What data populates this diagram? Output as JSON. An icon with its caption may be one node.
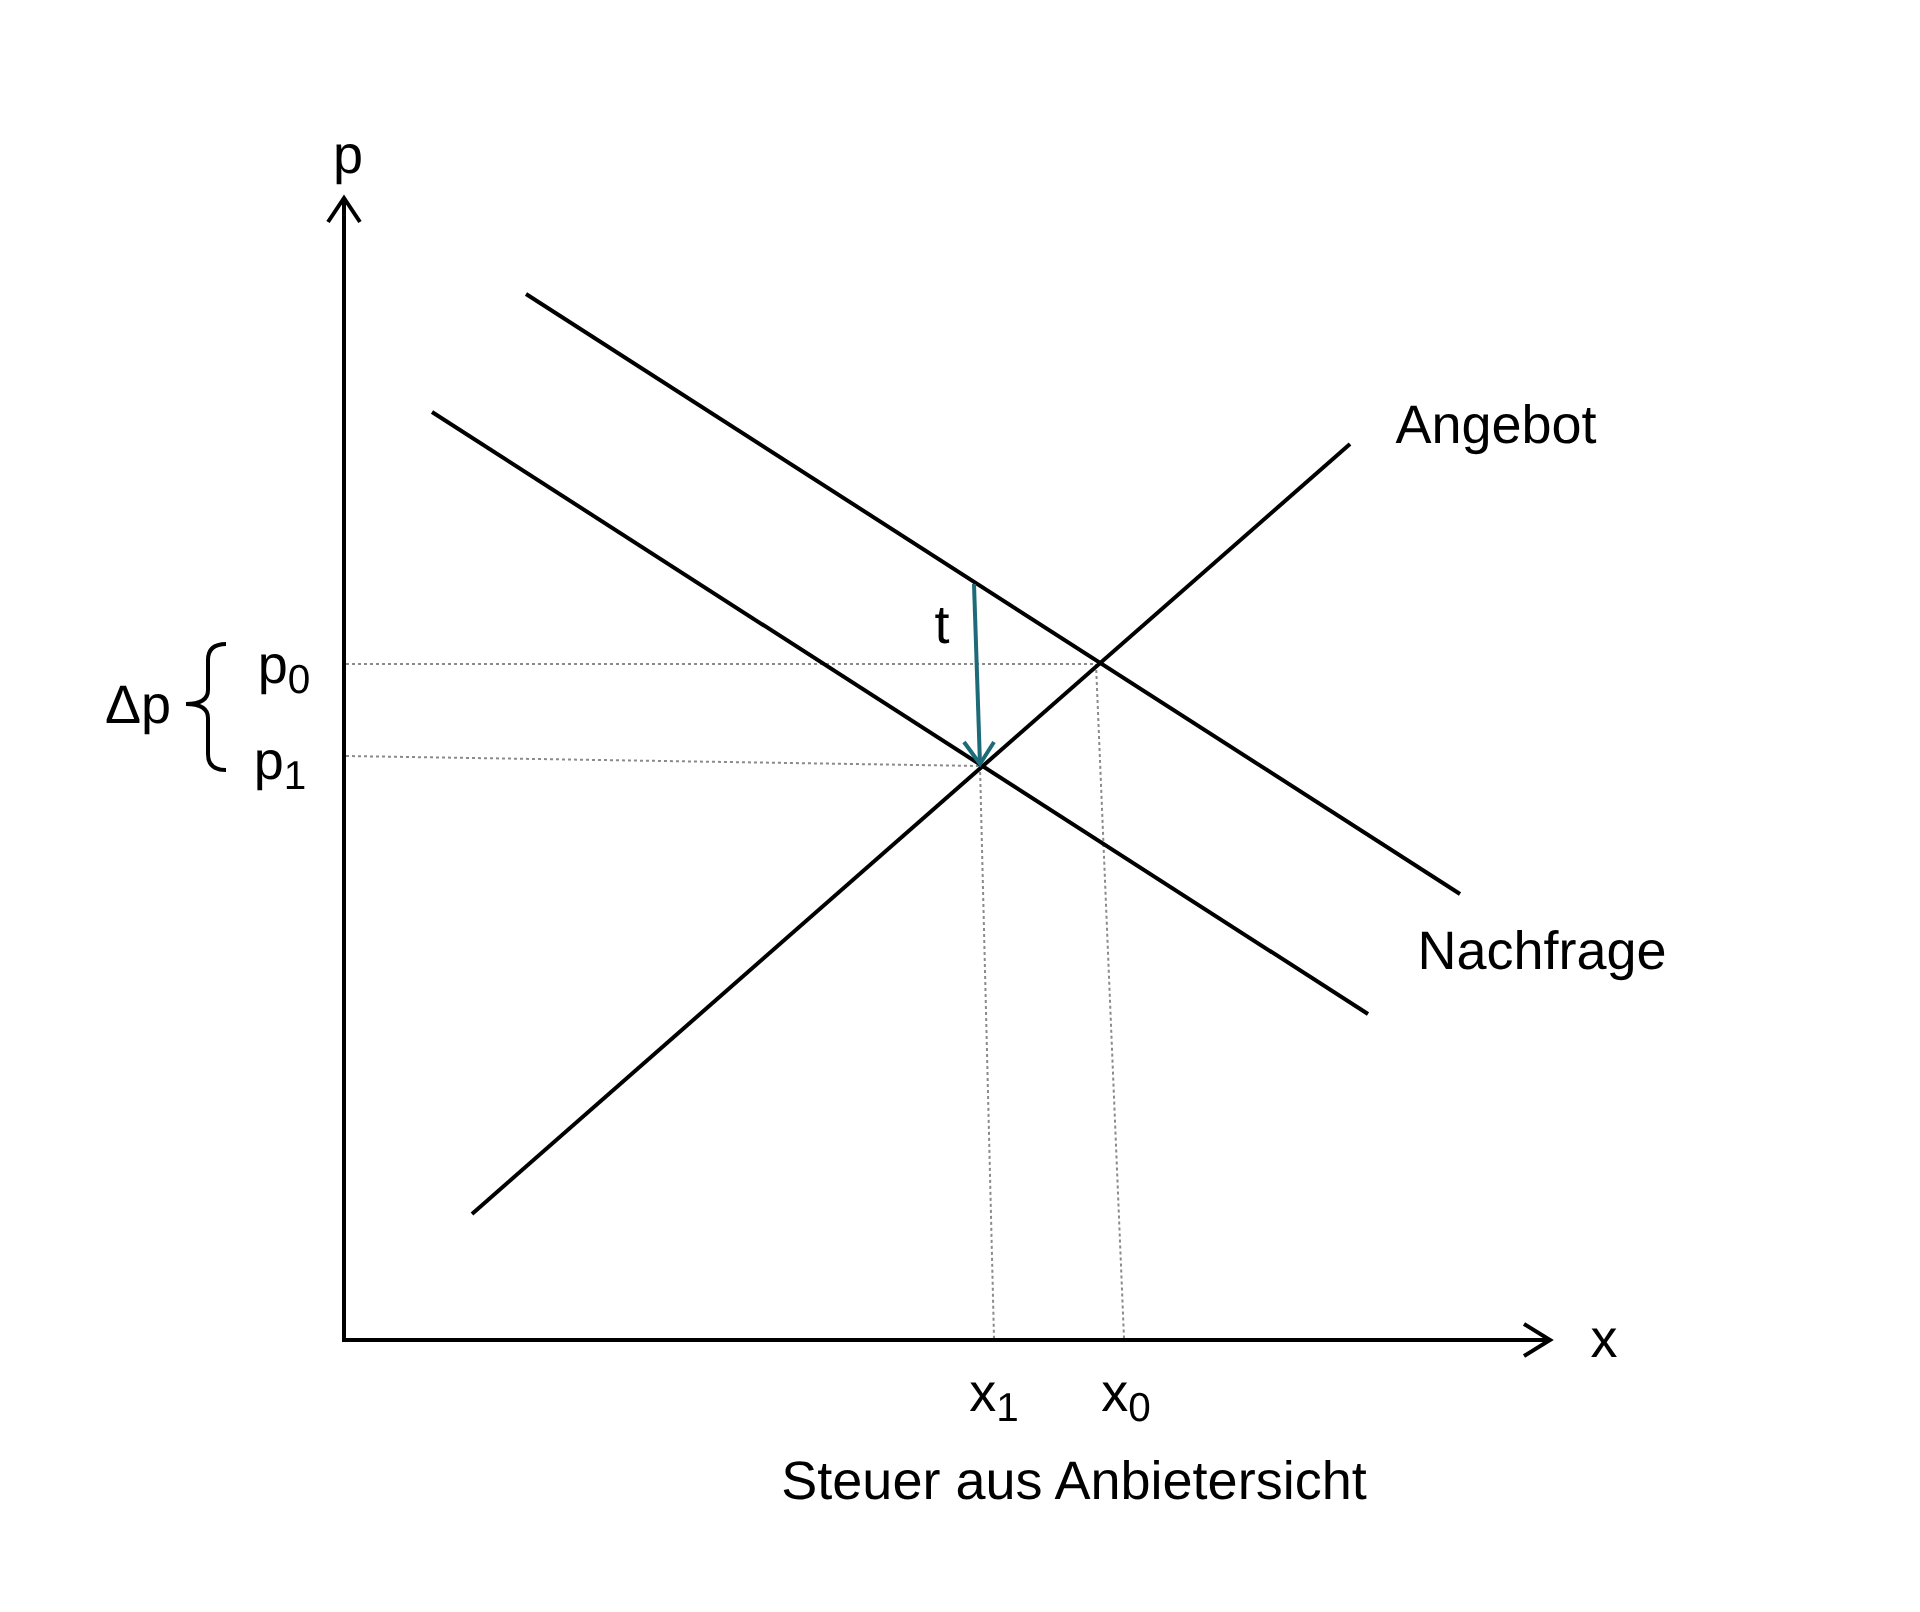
{
  "diagram": {
    "caption": "Steuer aus Anbietersicht",
    "labels": [
      "p",
      "Angebot",
      "t",
      "p$_{0}$",
      "Δp",
      "p$_{1}$",
      "Nachfrage",
      "x",
      "x$_{1}$",
      "x$_{0}$"
    ]
  }
}
